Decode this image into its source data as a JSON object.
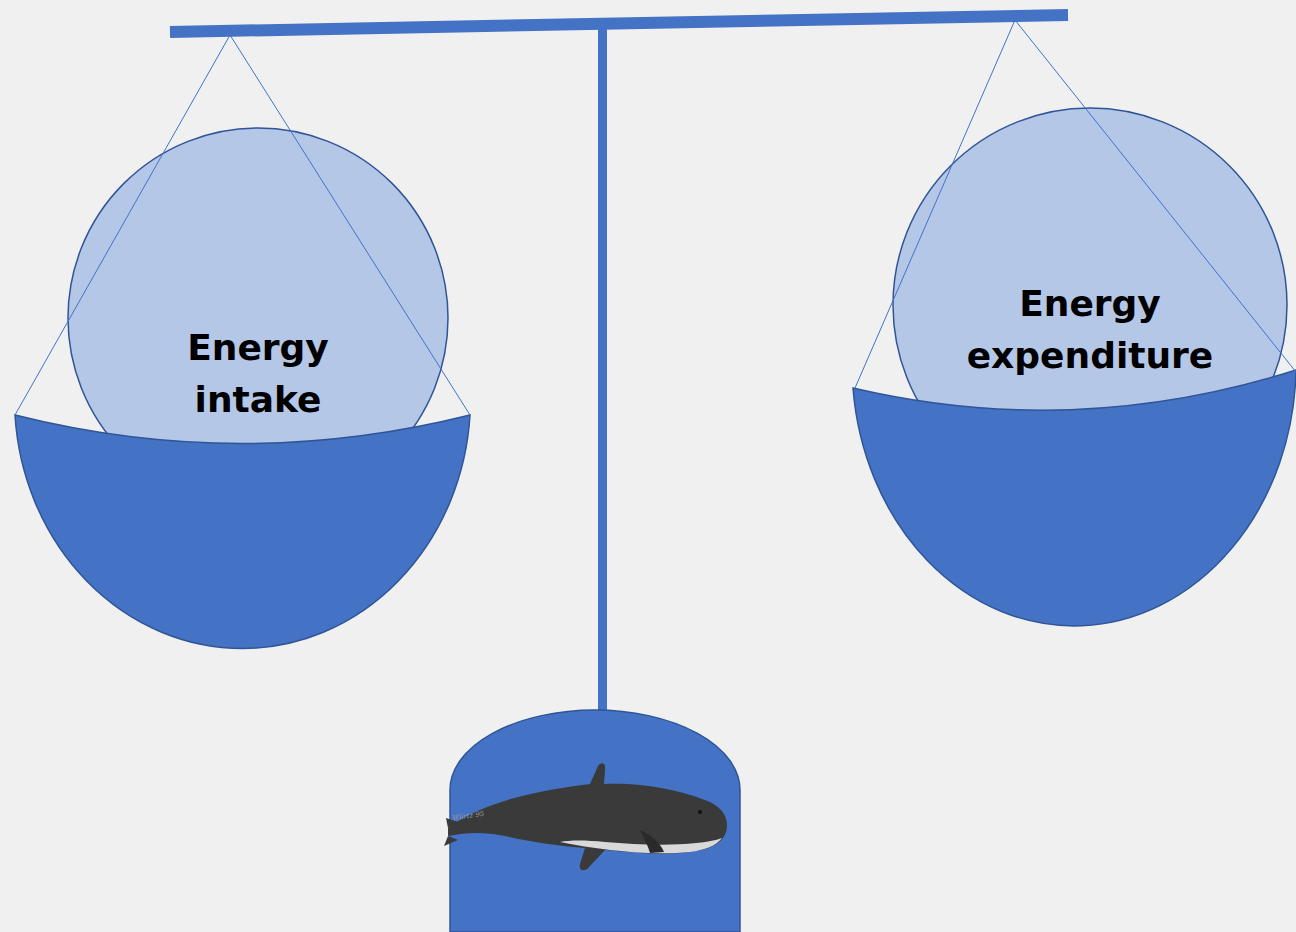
{
  "diagram": {
    "nodes": [
      {
        "text": [
          "Energy intake"
        ]
      },
      {
        "text": [
          "Energy expenditure"
        ]
      }
    ],
    "labels": [
      "Würtz 95"
    ]
  }
}
